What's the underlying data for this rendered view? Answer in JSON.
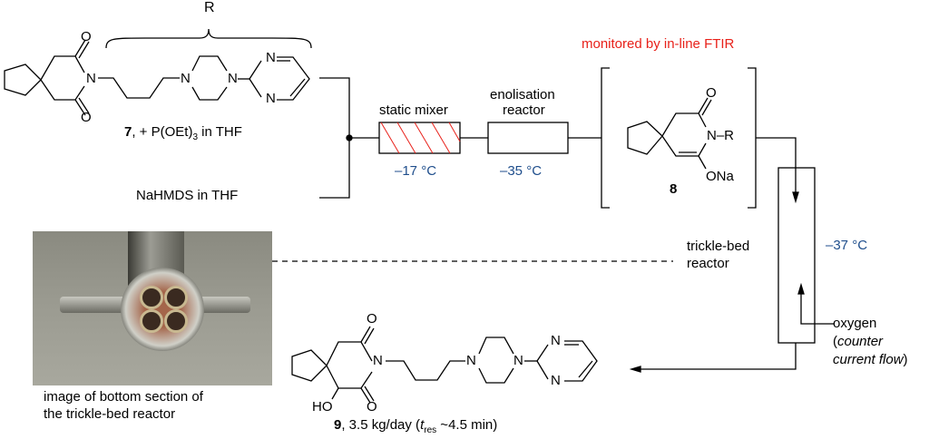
{
  "colors": {
    "temperature": "#1f4e8c",
    "monitor_note": "#e8211a",
    "mixer_hatch": "#e8211a",
    "line": "#000000"
  },
  "labels": {
    "r_group": "R",
    "feed1_prefix": "7",
    "feed1_suffix": ", + P(OEt)",
    "feed1_sub": "3",
    "feed1_end": " in THF",
    "feed2": "NaHMDS in THF",
    "static_mixer": "static mixer",
    "enolisation_line1": "enolisation",
    "enolisation_line2": "reactor",
    "temp_mixer": "–17 °C",
    "temp_enol": "–35 °C",
    "monitor_note": "monitored by in-line FTIR",
    "intermediate_number": "8",
    "intermediate_NR": "N–R",
    "intermediate_ONa": "ONa",
    "intermediate_O": "O",
    "trickle_line1": "trickle-bed",
    "trickle_line2": "reactor",
    "temp_trickle": "–37 °C",
    "oxygen": "oxygen",
    "counter_open": "(",
    "counter_italic1": "counter",
    "counter_italic2": "current flow",
    "counter_close": ")",
    "photo_caption_line1": "image of bottom section of",
    "photo_caption_line2": "the trickle-bed reactor",
    "product_number": "9",
    "product_rate": ", 3.5 kg/day (",
    "product_t": "t",
    "product_sub": "res",
    "product_time": " ~4.5 min)",
    "atom_N": "N",
    "atom_O": "O",
    "atom_HO": "HO"
  }
}
